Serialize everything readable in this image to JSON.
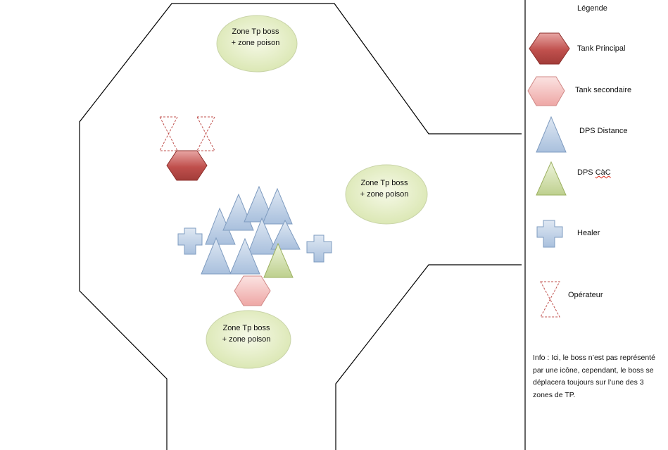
{
  "zones": {
    "top": {
      "line1": "Zone Tp boss",
      "line2": "+ zone poison"
    },
    "right": {
      "line1": "Zone Tp boss",
      "line2": "+ zone poison"
    },
    "bottom": {
      "line1": "Zone Tp boss",
      "line2": "+ zone poison"
    }
  },
  "legend": {
    "title": "Légende",
    "items": [
      {
        "label": "Tank Principal",
        "icon": "hexagon-dark-red"
      },
      {
        "label": "Tank secondaire",
        "icon": "hexagon-light-pink"
      },
      {
        "label": "DPS Distance",
        "icon": "triangle-blue"
      },
      {
        "label_main": "DPS ",
        "label_squiggle": "CàC",
        "icon": "triangle-green"
      },
      {
        "label": "Healer",
        "icon": "cross-blue"
      },
      {
        "label": "Opérateur",
        "icon": "hourglass-dashed-red"
      }
    ],
    "info": "Info : Ici, le boss n’est pas représenté par une icône, cependant, le boss se déplacera toujours sur l’une des 3 zones de TP."
  },
  "colors": {
    "tank_principal": "#c0504d",
    "tank_secondaire": "#f2b8b6",
    "dps_distance": "#b8cce4",
    "dps_cac": "#c4d79b",
    "healer": "#b8cce4",
    "zone": "#e6efc6",
    "operateur": "#c0504d"
  }
}
